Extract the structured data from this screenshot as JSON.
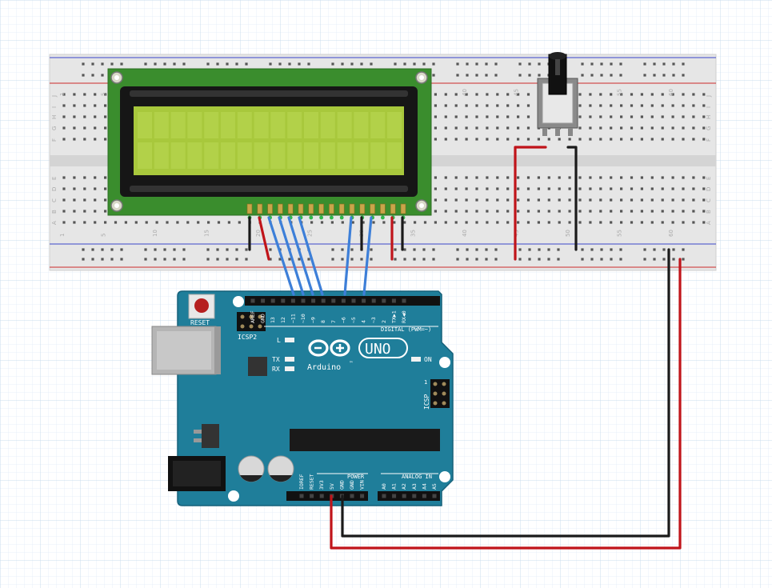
{
  "breadboard": {
    "column_numbers": [
      "1",
      "5",
      "10",
      "15",
      "20",
      "25",
      "30",
      "35",
      "40",
      "45",
      "50",
      "55",
      "60"
    ],
    "row_letters_top": [
      "J",
      "I",
      "H",
      "G",
      "F"
    ],
    "row_letters_bottom": [
      "E",
      "D",
      "C",
      "B",
      "A"
    ]
  },
  "arduino": {
    "logo_text": "Arduino",
    "tm": "™",
    "model": "UNO",
    "reset_label": "RESET",
    "icsp2_label": "ICSP2",
    "icsp_label": "ICSP",
    "icsp_one": "1",
    "led_l": "L",
    "led_tx": "TX",
    "led_rx": "RX",
    "led_on": "ON",
    "digital_label": "DIGITAL (PWM=~)",
    "power_label": "POWER",
    "analog_label": "ANALOG IN",
    "digital_pins": [
      "AREF",
      "GND",
      "13",
      "12",
      "~11",
      "~10",
      "~9",
      "8",
      "7",
      "~6",
      "~5",
      "4",
      "~3",
      "2",
      "TX▶1",
      "RX◀0"
    ],
    "power_pins": [
      "IOREF",
      "RESET",
      "3V3",
      "5V",
      "GND",
      "GND",
      "VIN"
    ],
    "analog_pins": [
      "A0",
      "A1",
      "A2",
      "A3",
      "A4",
      "A5"
    ]
  },
  "colors": {
    "board": "#1f7e9a",
    "lcd_pcb": "#3a8d2d",
    "lcd_screen": "#a8c83c",
    "wire_red": "#c0141a",
    "wire_black": "#1a1a1a",
    "wire_blue": "#3d7fd8",
    "grid": "#d6e6f2"
  }
}
